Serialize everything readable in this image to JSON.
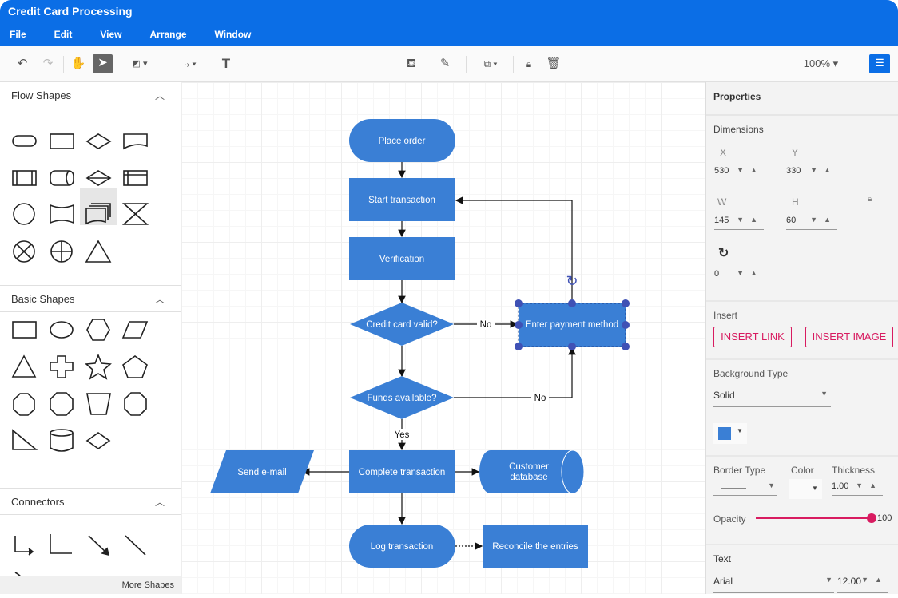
{
  "app": {
    "title": "Credit Card Processing"
  },
  "menu": [
    "File",
    "Edit",
    "View",
    "Arrange",
    "Window"
  ],
  "toolbar": {
    "zoom": "100%"
  },
  "palette": {
    "flow_title": "Flow Shapes",
    "basic_title": "Basic Shapes",
    "connectors_title": "Connectors",
    "more": "More Shapes"
  },
  "diagram": {
    "fill": "#3a7fd5",
    "nodes": {
      "place": "Place order",
      "start": "Start transaction",
      "verify": "Verification",
      "valid": "Credit card valid?",
      "enter": "Enter payment method",
      "funds": "Funds available?",
      "complete": "Complete transaction",
      "email": "Send e-mail",
      "db1": "Customer",
      "db2": "database",
      "log": "Log transaction",
      "reconcile": "Reconcile the entries"
    },
    "labels": {
      "no1": "No",
      "no2": "No",
      "yes": "Yes"
    }
  },
  "props": {
    "title": "Properties",
    "dimensions": "Dimensions",
    "x_label": "X",
    "x": "530",
    "y_label": "Y",
    "y": "330",
    "w_label": "W",
    "w": "145",
    "h_label": "H",
    "h": "60",
    "rotation": "0",
    "insert": "Insert",
    "insert_link": "INSERT LINK",
    "insert_image": "INSERT IMAGE",
    "bg_type_label": "Background Type",
    "bg_type": "Solid",
    "bg_color": "#3a7fd5",
    "border_type": "Border Type",
    "color": "Color",
    "thickness": "Thickness",
    "thickness_value": "1.00",
    "opacity": "Opacity",
    "opacity_value": "100",
    "text": "Text",
    "font": "Arial",
    "font_size": "12.00",
    "accent": "#d81b60"
  }
}
